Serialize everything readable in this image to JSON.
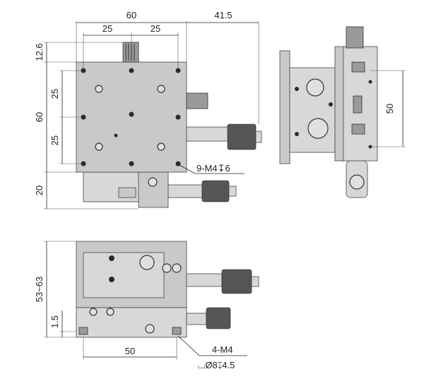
{
  "labels": {
    "top_width": "60",
    "top_right_offset": "41.5",
    "top_hole_span_left": "25",
    "top_hole_span_right": "25",
    "left_offset_top": "12.6",
    "left_height": "60",
    "left_hole_span_upper": "25",
    "left_hole_span_lower": "25",
    "left_offset_bottom": "20",
    "tapped_holes": "9-M4↧6",
    "side_view_span": "50",
    "front_height": "53~63",
    "front_base_offset": "1.5",
    "front_hole_span": "50",
    "mount_holes": "4-M4",
    "counterbore": "⌴Ø8↧4.5"
  },
  "colors": {
    "stage_body": "#c9c9c9",
    "stage_body_light": "#d8d8d8",
    "stage_body_dark": "#9a9a9a",
    "hole": "#2a2a2a",
    "line": "#222222"
  }
}
